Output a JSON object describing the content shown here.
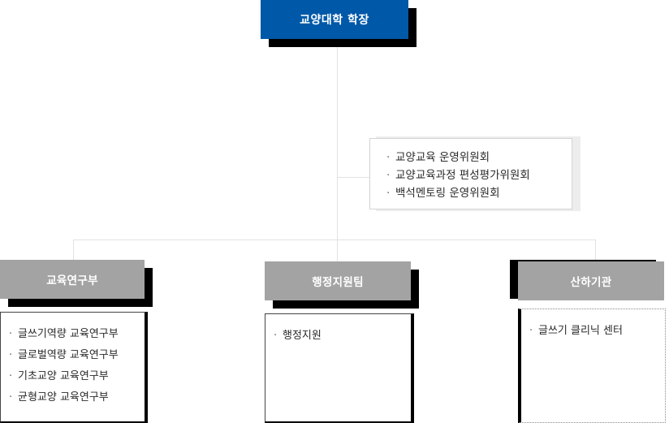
{
  "org_chart": {
    "title_box": {
      "label": "교양대학 학장",
      "color": "#0058a8",
      "text_color": "#ffffff"
    },
    "committee_box": {
      "items": [
        {
          "bullet": "·",
          "label": "교양교육 운영위원회"
        },
        {
          "bullet": "·",
          "label": "교양교육과정 편성평가위원회"
        },
        {
          "bullet": "·",
          "label": "백석멘토링 운영위원회"
        }
      ]
    },
    "departments": [
      {
        "header": "교육연구부",
        "header_color": "#a3a3a3",
        "border_style": "solid",
        "items": [
          {
            "bullet": "·",
            "label": "글쓰기역량 교육연구부"
          },
          {
            "bullet": "·",
            "label": "글로벌역량 교육연구부"
          },
          {
            "bullet": "·",
            "label": "기초교양 교육연구부"
          },
          {
            "bullet": "·",
            "label": "균형교양 교육연구부"
          }
        ]
      },
      {
        "header": "행정지원팀",
        "header_color": "#a3a3a3",
        "border_style": "solid",
        "items": [
          {
            "bullet": "·",
            "label": "행정지원"
          }
        ]
      },
      {
        "header": "산하기관",
        "header_color": "#a3a3a3",
        "border_style": "dotted",
        "items": [
          {
            "bullet": "·",
            "label": "글쓰기 클리닉 센터"
          }
        ]
      }
    ]
  }
}
